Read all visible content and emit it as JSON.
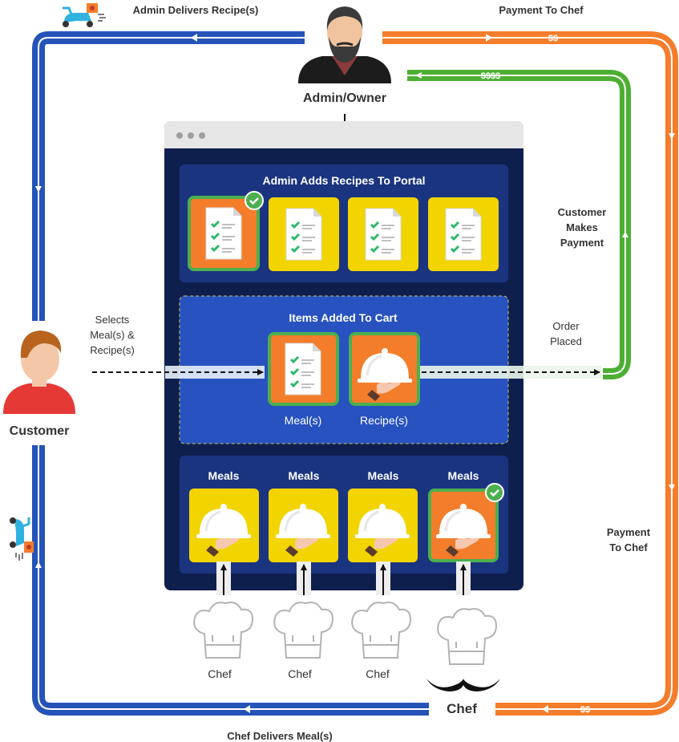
{
  "roles": {
    "admin": "Admin/Owner",
    "customer": "Customer",
    "chef_main": "Chef",
    "chefs": [
      "Chef",
      "Chef",
      "Chef"
    ]
  },
  "flows": {
    "admin_delivers": "Admin Delivers Recipe(s)",
    "payment_to_chef_top": "Payment To Chef",
    "payment_to_chef_right": [
      "Payment",
      "To Chef"
    ],
    "chef_delivers": "Chef Delivers Meal(s)",
    "customer_payment": [
      "Customer",
      "Makes",
      "Payment"
    ],
    "order_placed": [
      "Order",
      "Placed"
    ],
    "selects": [
      "Selects",
      "Meal(s) &",
      "Recipe(s)"
    ],
    "money_chef_top": "$$",
    "money_admin": "$$$$",
    "money_chef_bottom": "$$"
  },
  "portal": {
    "recipes_title": "Admin Adds Recipes To Portal",
    "cart_title": "Items Added To Cart",
    "cart_items": [
      "Meal(s)",
      "Recipe(s)"
    ],
    "meals_titles": [
      "Meals",
      "Meals",
      "Meals",
      "Meals"
    ]
  },
  "colors": {
    "blue_line": "#2553b8",
    "orange_line": "#f47d2b",
    "green_line": "#4caf32",
    "portal_bg": "#0f1f4d",
    "panel_bg": "#1b3480",
    "cart_bg": "#2752bf",
    "card_yellow": "#f2d400",
    "card_orange": "#f47d2b",
    "selected_border": "#4caf50"
  }
}
